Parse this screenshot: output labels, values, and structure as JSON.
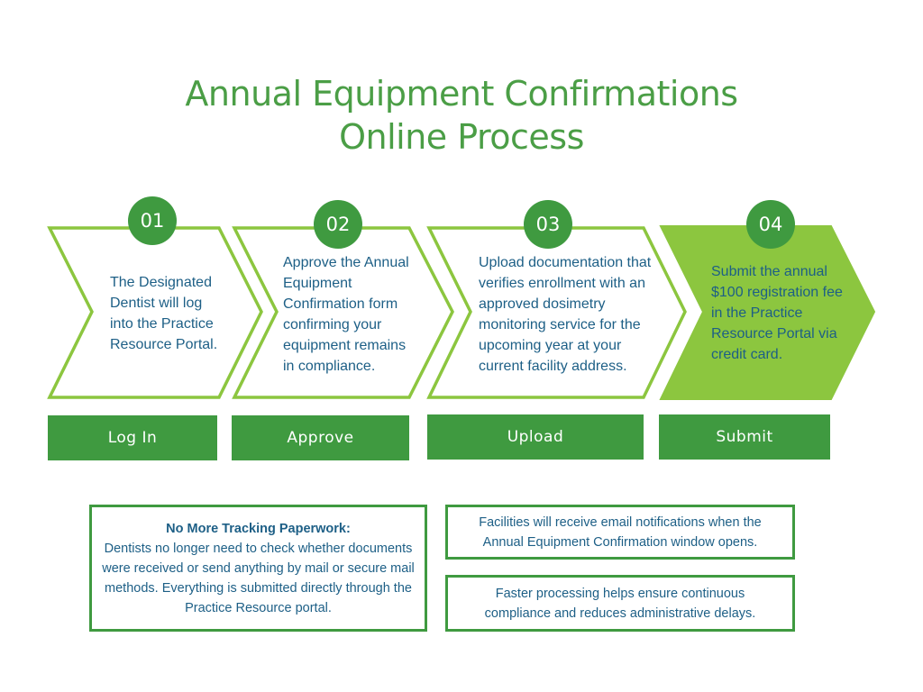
{
  "title": {
    "line1": "Annual Equipment Confirmations",
    "line2": "Online Process"
  },
  "colors": {
    "primary_green": "#3f9a40",
    "light_green": "#8cc63f",
    "text_blue": "#1d5f86",
    "title_green": "#4b9e46"
  },
  "steps": [
    {
      "number": "01",
      "text": "The Designated Dentist will log into the Practice Resource Portal.",
      "label": "Log In"
    },
    {
      "number": "02",
      "text": "Approve the Annual Equipment Confirmation form confirming your equipment remains in compliance.",
      "label": "Approve"
    },
    {
      "number": "03",
      "text": "Upload documentation that verifies enrollment with an approved dosimetry monitoring service for the upcoming year at your current facility address.",
      "label": "Upload"
    },
    {
      "number": "04",
      "text": "Submit the annual $100 registration fee in the Practice Resource Portal via credit card.",
      "label": "Submit"
    }
  ],
  "info": {
    "paperwork_heading": "No More Tracking Paperwork:",
    "paperwork_body": "Dentists no longer need to check whether documents were received or send anything by mail or secure mail methods. Everything is submitted directly through the Practice Resource portal.",
    "notifications": "Facilities will receive email notifications when the Annual Equipment Confirmation window opens.",
    "processing": "Faster processing helps ensure continuous compliance and reduces administrative delays."
  }
}
